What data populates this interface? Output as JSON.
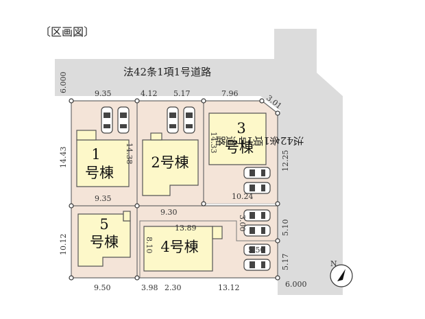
{
  "title": "〔区画図〕",
  "roads": {
    "top_label": "法42条1項1号道路",
    "right_label": "法42条1項1号道路",
    "top_width": "6.000",
    "bottom_width": "6.000"
  },
  "lots": [
    {
      "id": "1",
      "label_top": "1",
      "label_bottom": "号棟"
    },
    {
      "id": "2",
      "label": "2号棟"
    },
    {
      "id": "3",
      "label_top": "3",
      "label_bottom": "号棟"
    },
    {
      "id": "4",
      "label": "4号棟"
    },
    {
      "id": "5",
      "label_top": "5",
      "label_bottom": "号棟"
    }
  ],
  "dimensions": {
    "top_1": "9.35",
    "top_2a": "4.12",
    "top_2b": "5.17",
    "top_3": "7.96",
    "corner": "3.01",
    "left_1": "14.43",
    "lot1_inner": "14.38",
    "lot3_inner": "14.33",
    "right_3": "12.25",
    "mid_1": "9.35",
    "mid_3": "10.24",
    "mid_45": "9.30",
    "lot4_top": "13.89",
    "lot4_inner_a": "3.00",
    "right_4a": "5.10",
    "lot4_inner_b": "5.50",
    "right_4b": "5.17",
    "left_5": "10.12",
    "lot4_left": "8.10",
    "bottom_5": "9.50",
    "bottom_4a": "3.98",
    "bottom_4b": "2.30",
    "bottom_4c": "13.12"
  },
  "icons": {
    "north": "N"
  }
}
